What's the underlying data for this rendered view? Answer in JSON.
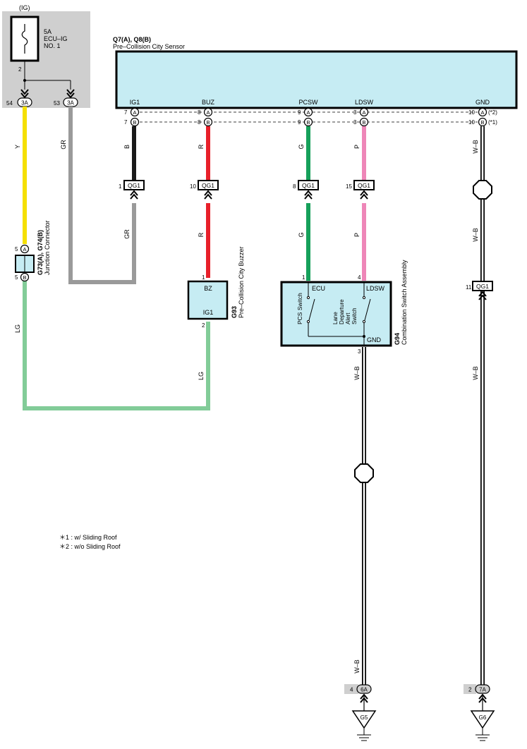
{
  "colors": {
    "yellow": "#f5e000",
    "gray": "#9a9a9a",
    "black": "#1a1a1a",
    "red": "#e8202a",
    "green": "#16a05a",
    "pink": "#ee86b8",
    "light_green": "#82cc98",
    "panel_gray": "#cfcfcf",
    "box_blue": "#c6ecf3"
  },
  "fuse": {
    "source": "(IG)",
    "rating": "5A",
    "name_line1": "ECU–IG",
    "name_line2": "NO. 1",
    "pin": "2",
    "conn_left_pin": "54",
    "conn_left": "3A",
    "conn_right_pin": "53",
    "conn_right": "3A"
  },
  "sensor": {
    "id": "Q7(A), Q8(B)",
    "name": "Pre–Collision City Sensor",
    "terminals": [
      {
        "label": "IG1",
        "pin": "7",
        "conn_a": "A",
        "conn_b": "B"
      },
      {
        "label": "BUZ",
        "pin": "8",
        "conn_a": "A",
        "conn_b": "B"
      },
      {
        "label": "PCSW",
        "pin": "9",
        "conn_a": "A",
        "conn_b": "B"
      },
      {
        "label": "LDSW",
        "pin": "3",
        "conn_a": "A",
        "conn_b": "B"
      },
      {
        "label": "GND",
        "pin": "10",
        "conn_a": "A",
        "conn_b": "B"
      }
    ],
    "note_a": "(*2)",
    "note_b": "(*1)"
  },
  "wires": {
    "y": "Y",
    "gr_left": "GR",
    "b": "B",
    "gr_lower": "GR",
    "r_upper": "R",
    "r_lower": "R",
    "g_upper": "G",
    "g_lower": "G",
    "p_upper": "P",
    "p_lower": "P",
    "wb_gnd_upper": "W–B",
    "wb_gnd_mid": "W–B",
    "wb_gnd_lower": "W–B",
    "wb_g5_upper": "W–B",
    "wb_g5_lower": "W–B",
    "lg_left": "LG",
    "lg_right": "LG"
  },
  "qg1": {
    "label": "QG1",
    "ig1_pin": "1",
    "buz_pin": "10",
    "pcsw_pin": "8",
    "ldsw_pin": "15",
    "gnd_pin": "11"
  },
  "junction": {
    "id": "G73(A), G74(B)",
    "name": "Junction Connector",
    "pin_a": "5",
    "conn_a": "A",
    "pin_b": "5",
    "conn_b": "B"
  },
  "buzzer": {
    "id": "G93",
    "name": "Pre–Collision City Buzzer",
    "pin_top": "1",
    "term_top": "BZ",
    "term_bottom": "IG1",
    "pin_bottom": "2"
  },
  "combo": {
    "id": "G94",
    "name": "Combination Switch Assembly",
    "pin_ecu": "1",
    "pin_ldsw": "4",
    "term_ecu": "ECU",
    "term_ldsw": "LDSW",
    "switch1": "PCS Switch",
    "switch2_line1": "Lane",
    "switch2_line2": "Departure",
    "switch2_line3": "Alert",
    "switch2_line4": "Switch",
    "term_gnd": "GND",
    "pin_gnd": "3"
  },
  "grounds": {
    "g5_pin": "4",
    "g5_conn": "6A",
    "g5_label": "G5",
    "g6_pin": "2",
    "g6_conn": "7A",
    "g6_label": "G6"
  },
  "notes": {
    "note1": "＊1 : w/ Sliding Roof",
    "note2": "＊2 : w/o Sliding Roof"
  }
}
